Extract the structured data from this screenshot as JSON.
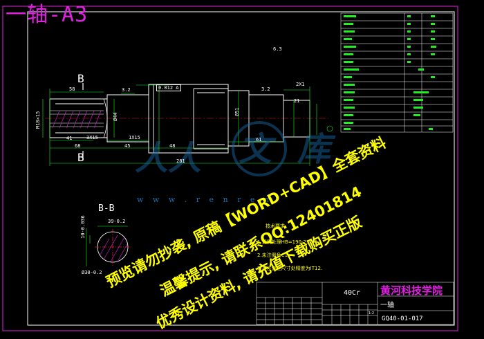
{
  "drawing": {
    "title": "一轴-A3",
    "section_b_top": "B",
    "section_b_bottom": "B",
    "section_view_label": "B-B",
    "material": "40Cr",
    "school": "黄河科技学院",
    "part_name": "一轴",
    "drawing_number": "GQ40-01-017",
    "scale": "1:2",
    "website": "w w w . r e n r e n",
    "notes": {
      "title": "技术要求",
      "items": [
        "1.调质处理HB=190-230;",
        "2.未注倒角C1;",
        "3.未注偏差尺寸处精度为IT12."
      ]
    },
    "dimensions": {
      "d58": "58",
      "d41": "41",
      "d68": "68",
      "d45": "45",
      "d48": "48",
      "d61": "61",
      "d281": "281",
      "d21": "21",
      "d3x15": "3X15",
      "d1x15": "1X15",
      "m18": "M18×15",
      "d2x1": "2X1",
      "d39": "39-0.2",
      "d30": "Ø30-0.2",
      "d10": "10-0.036",
      "rough1": "3.2",
      "rough2": "3.2",
      "rough3": "6.3",
      "tol_box": "0.012 A",
      "d51": "Ø51",
      "d44": "Ø44"
    }
  },
  "watermark": {
    "line1": "预览请勿抄袭, 原稿【WORD+CAD】全套资料",
    "line2": "温馨提示, 请联系QQ:12401814",
    "line3": "优秀设计资料, 请充值下载购买正版"
  }
}
